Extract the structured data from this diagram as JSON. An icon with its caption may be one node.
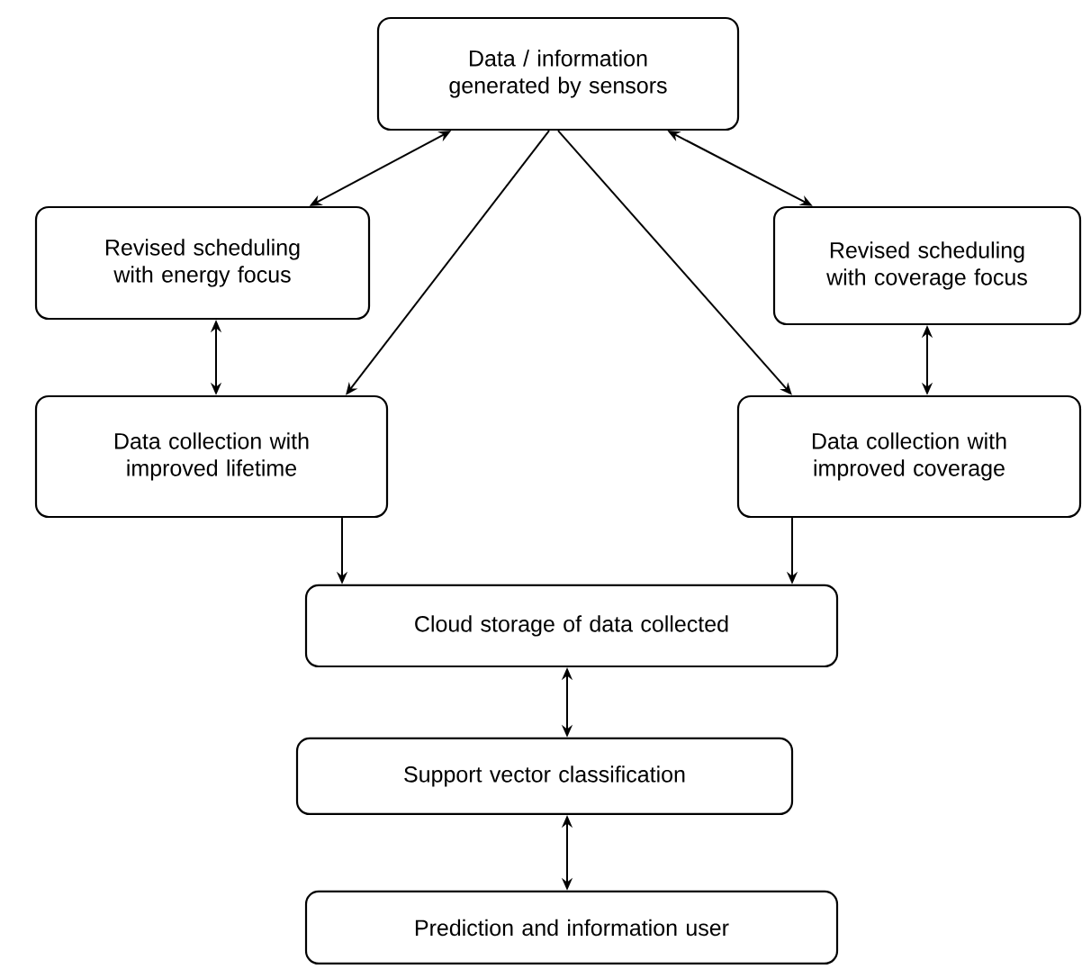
{
  "diagram": {
    "nodes": [
      {
        "text": [
          "Data / information generated by sensors"
        ]
      },
      {
        "text": [
          "Revised scheduling with energy focus"
        ]
      },
      {
        "text": [
          "Revised scheduling with coverage focus"
        ]
      },
      {
        "text": [
          "Data collection with improved lifetime"
        ]
      },
      {
        "text": [
          "Data collection with improved coverage"
        ]
      },
      {
        "text": [
          "Cloud storage of data collected"
        ]
      },
      {
        "text": [
          "Support vector classification"
        ]
      },
      {
        "text": [
          "Prediction and information user"
        ]
      }
    ],
    "edges": [
      {
        "from": 0,
        "to": 1,
        "arrow": "both"
      },
      {
        "from": 0,
        "to": 2,
        "arrow": "both"
      },
      {
        "from": 0,
        "to": 3,
        "arrow": "to"
      },
      {
        "from": 0,
        "to": 4,
        "arrow": "to"
      },
      {
        "from": 1,
        "to": 3,
        "arrow": "both"
      },
      {
        "from": 2,
        "to": 4,
        "arrow": "both"
      },
      {
        "from": 3,
        "to": 5,
        "arrow": "to"
      },
      {
        "from": 4,
        "to": 5,
        "arrow": "to"
      },
      {
        "from": 5,
        "to": 6,
        "arrow": "both"
      },
      {
        "from": 6,
        "to": 7,
        "arrow": "both"
      }
    ]
  }
}
